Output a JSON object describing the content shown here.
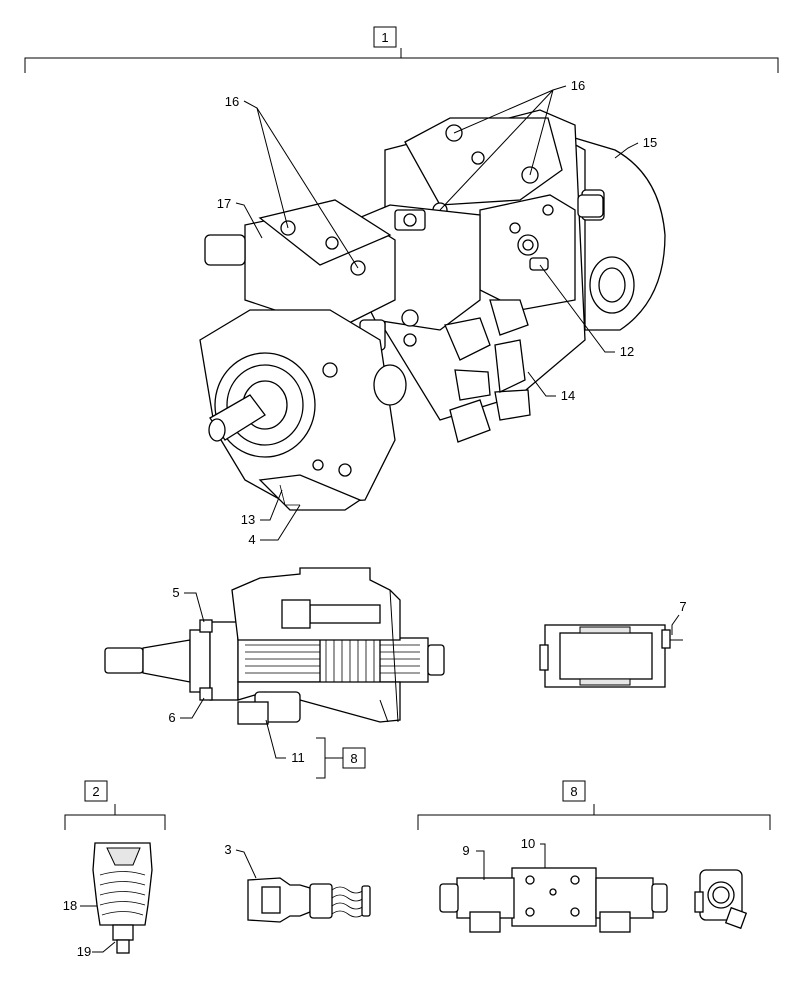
{
  "callouts": {
    "box_1": "1",
    "box_2": "2",
    "box_8_top": "8",
    "box_8_bottom": "8",
    "c3": "3",
    "c4": "4",
    "c5": "5",
    "c6": "6",
    "c7": "7",
    "c9": "9",
    "c10": "10",
    "c11": "11",
    "c12": "12",
    "c13": "13",
    "c14": "14",
    "c15": "15",
    "c16_left": "16",
    "c16_right": "16",
    "c17": "17",
    "c18": "18",
    "c19": "19"
  }
}
